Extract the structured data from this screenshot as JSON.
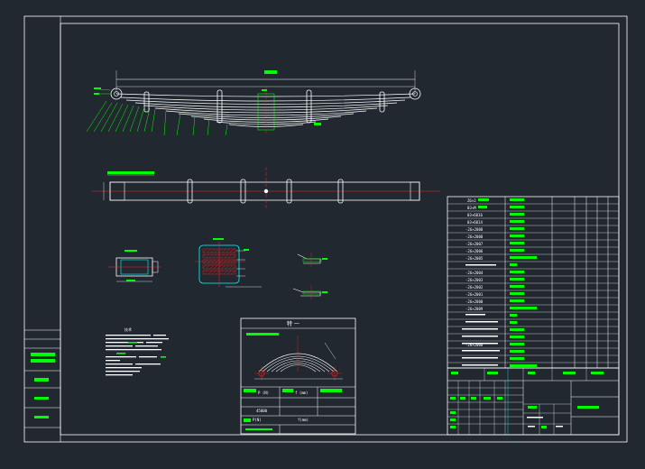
{
  "drawing": {
    "spec_table": {
      "header": "特 一",
      "cells": [
        "P (N)",
        "f (mm)",
        "",
        "45000",
        "",
        "P(N)",
        "",
        "",
        "",
        "f(mm)"
      ]
    },
    "notes": {
      "title": "技术"
    },
    "bom": {
      "rows": [
        "Z6×2",
        "03+M",
        "03+6016",
        "03+6014",
        "-26×2008",
        "-26×2008",
        "-26×2007",
        "-26×2006",
        "-26×2005",
        "-26×2004",
        "-26×2003",
        "-26×2002",
        "-26×2001",
        "-26×2000",
        "-26×2009",
        "-26×2008"
      ]
    },
    "colors": {
      "background": "#212830",
      "line": "#ffffff",
      "accent": "#00ff00",
      "center": "#ff2020",
      "highlight": "#00ffff"
    }
  }
}
